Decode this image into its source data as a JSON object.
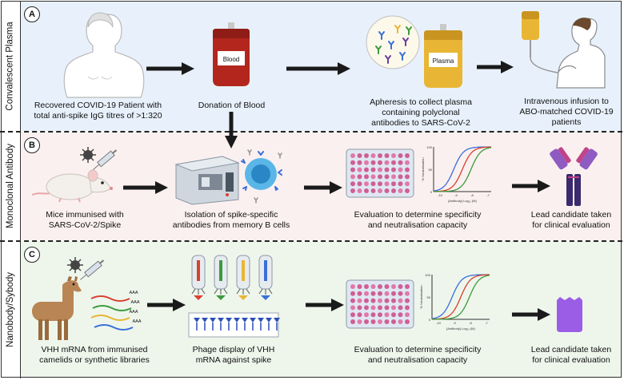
{
  "colors": {
    "panel_a_bg": "#e8f1fb",
    "panel_b_bg": "#fbf0f0",
    "panel_c_bg": "#eef6ec",
    "arrow": "#1a1a1a",
    "blood_red": "#b3261e",
    "plasma_yellow": "#e8b634",
    "antibody_purple": "#6b3fa0",
    "neutral_blue": "#3a6fd8",
    "neutral_red": "#d9412f",
    "neutral_green": "#3d9a3d"
  },
  "panels": {
    "a": {
      "badge": "A",
      "side_label": "Convalescent Plasma",
      "steps": [
        {
          "caption": "Recovered COVID-19 Patient with\ntotal anti-spike IgG titres of >1:320",
          "icon": "patient-silhouette-icon"
        },
        {
          "caption": "Donation of Blood",
          "icon": "blood-bag-icon",
          "bag_label": "Blood"
        },
        {
          "caption": "Apheresis to collect plasma\ncontaining polyclonal\nantibodies to SARS-CoV-2",
          "icon": "plasma-bag-icon",
          "bag_label": "Plasma"
        },
        {
          "caption": "Intravenous infusion  to\nABO-matched COVID-19\npatients",
          "icon": "iv-infusion-icon"
        }
      ]
    },
    "b": {
      "badge": "B",
      "side_label": "Monoclonal Antibody",
      "steps": [
        {
          "caption": "Mice immunised with\nSARS-CoV-2/Spike",
          "icon": "mouse-icon"
        },
        {
          "caption": "Isolation of spike-specific\nantibodies from memory B cells",
          "icon": "cell-sorter-icon"
        },
        {
          "caption": "Evaluation to determine specificity\nand neutralisation capacity",
          "icon": "plate-and-curve-icon"
        },
        {
          "caption": "Lead candidate taken\nfor clinical evaluation",
          "icon": "antibody-icon"
        }
      ],
      "graph": {
        "ylabel": "% Neutralisation",
        "xlabel": "[Antibody] Log₁₀ (M)",
        "yticks": [
          "100",
          "50",
          "0"
        ],
        "xticks": [
          "-10",
          "-9",
          "-8",
          "-7"
        ]
      }
    },
    "c": {
      "badge": "C",
      "side_label": "Nanobody/Sybody",
      "steps": [
        {
          "caption": "VHH mRNA from immunised\ncamelids or synthetic libraries",
          "icon": "llama-icon",
          "mrna_label": "AAA"
        },
        {
          "caption": "Phage display of VHH\nmRNA against spike",
          "icon": "phage-display-icon"
        },
        {
          "caption": "Evaluation to determine specificity\nand neutralisation capacity",
          "icon": "plate-and-curve-icon"
        },
        {
          "caption": "Lead candidate taken\nfor clinical evaluation",
          "icon": "nanobody-icon"
        }
      ],
      "graph": {
        "ylabel": "% Neutralisation",
        "xlabel": "[Antibody] Log₁₀ (M)",
        "yticks": [
          "100",
          "50",
          "0"
        ],
        "xticks": [
          "-10",
          "-9",
          "-8",
          "-7"
        ]
      }
    }
  }
}
